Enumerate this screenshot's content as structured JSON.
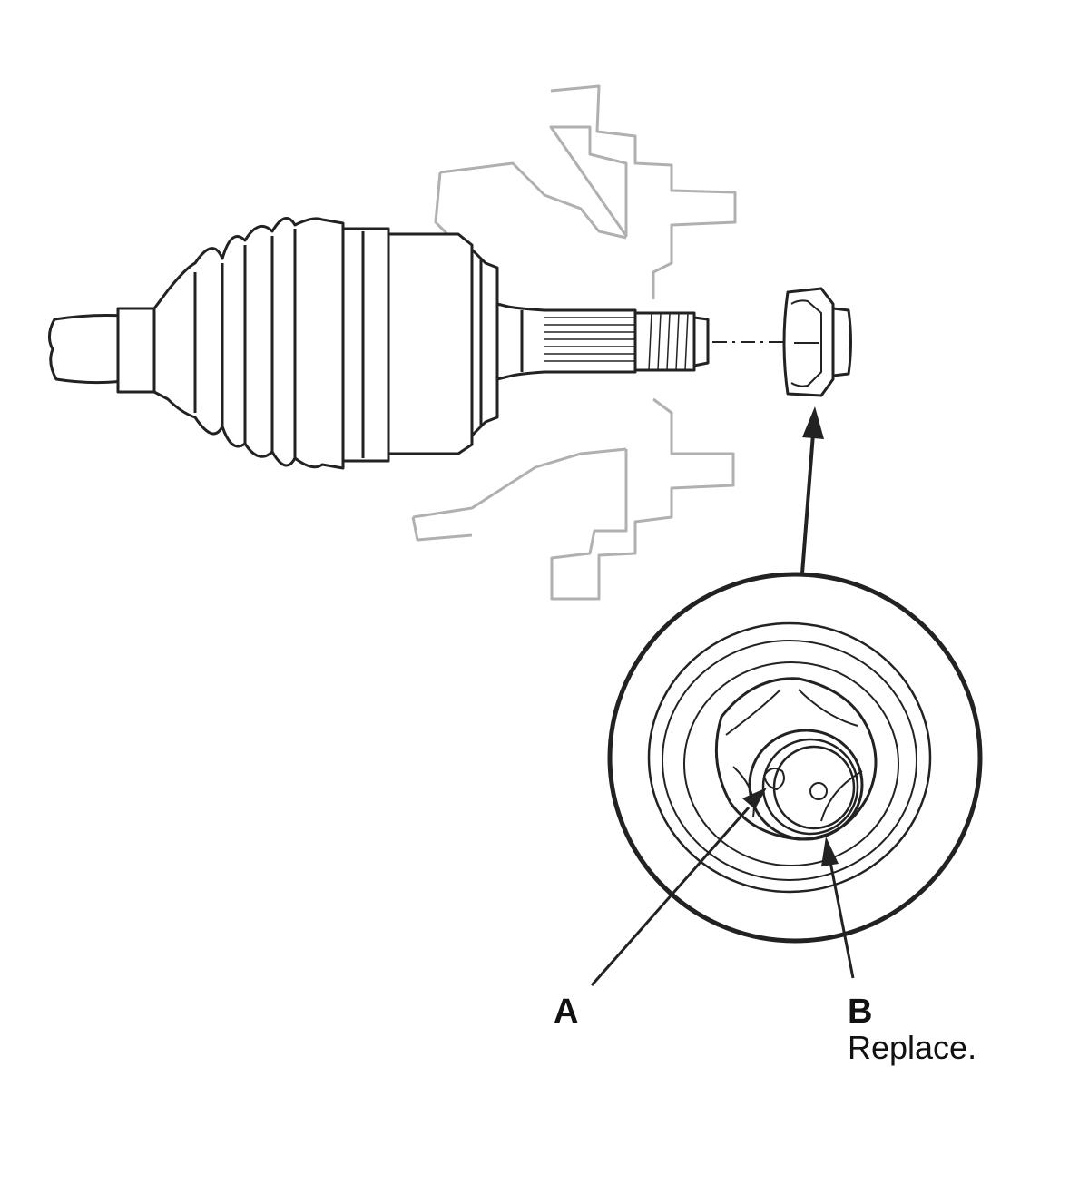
{
  "diagram": {
    "callouts": {
      "a": {
        "letter": "A"
      },
      "b": {
        "letter": "B",
        "note": "Replace."
      }
    },
    "colors": {
      "line": "#222222",
      "background_outline": "#b0b0b0",
      "background": "#ffffff"
    }
  }
}
